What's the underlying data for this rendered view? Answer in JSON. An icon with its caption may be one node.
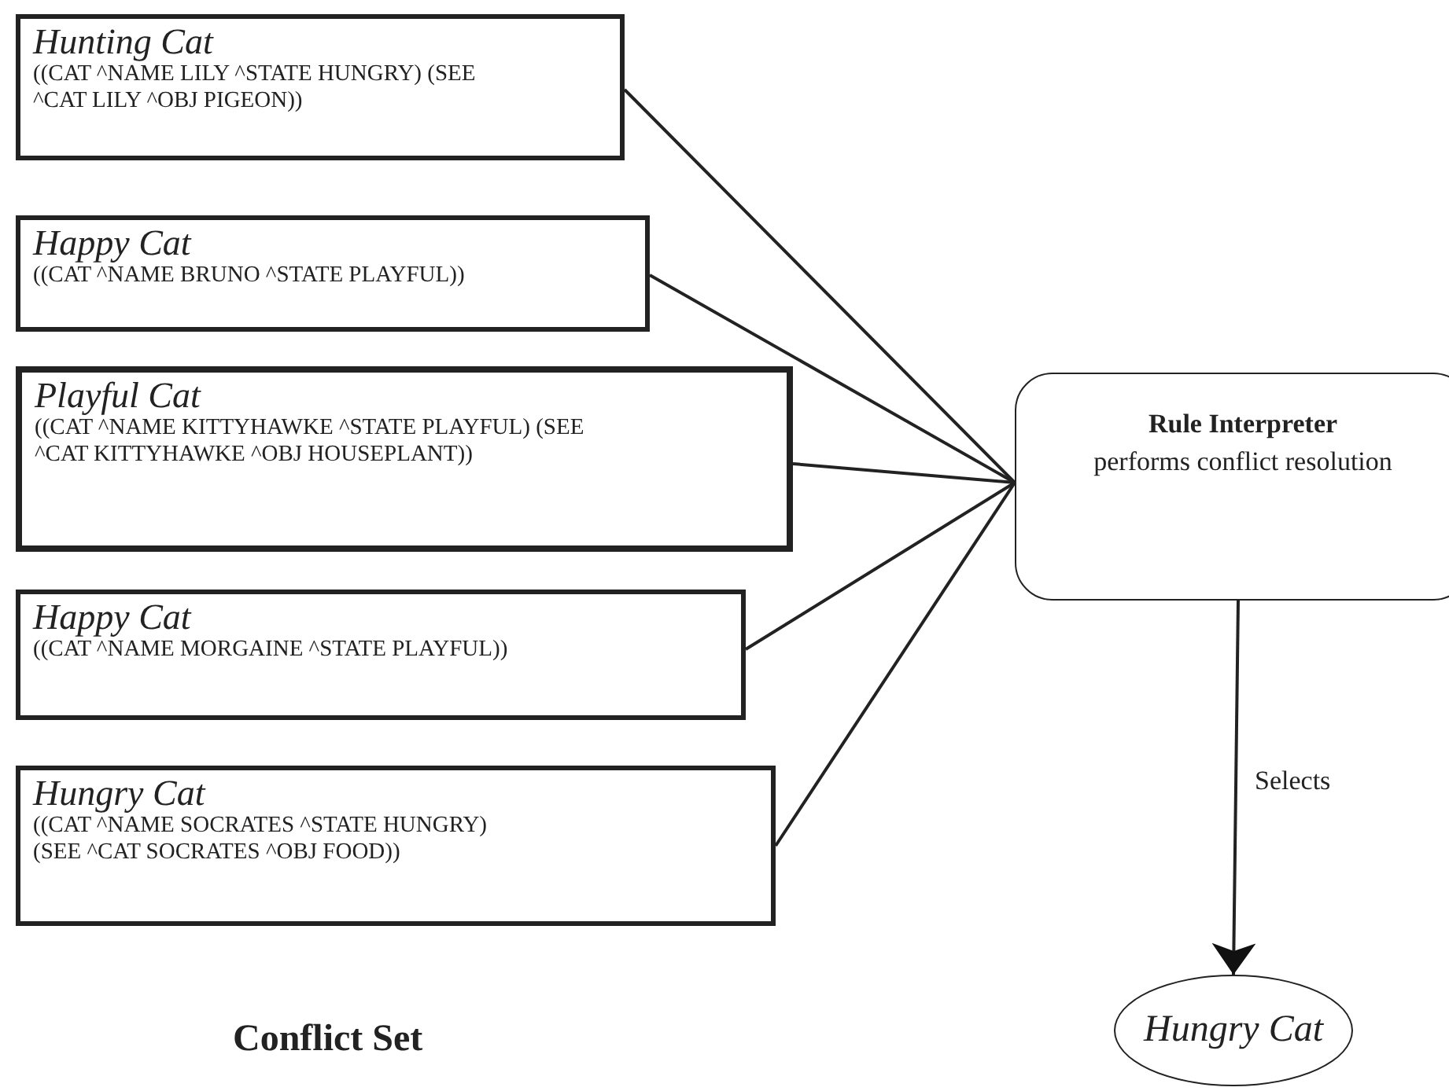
{
  "diagram": {
    "nodes": [
      {
        "text": [
          "Hunting Cat",
          "((CAT ^NAME LILY ^STATE HUNGRY) (SEE ^CAT LILY ^OBJ PIGEON))"
        ]
      },
      {
        "text": [
          "Happy Cat",
          "((CAT ^NAME BRUNO ^STATE PLAYFUL))"
        ]
      },
      {
        "text": [
          "Playful Cat",
          "((CAT ^NAME KITTYHAWKE ^STATE PLAYFUL) (SEE ^CAT KITTYHAWKE ^OBJ HOUSEPLANT))"
        ]
      },
      {
        "text": [
          "Happy Cat",
          "((CAT ^NAME MORGAINE ^STATE PLAYFUL))"
        ]
      },
      {
        "text": [
          "Hungry Cat",
          "((CAT ^NAME SOCRATES ^STATE HUNGRY) (SEE ^CAT SOCRATES ^OBJ FOOD))"
        ]
      },
      {
        "text": [
          "Rule Interpreter",
          "performs conflict resolution"
        ]
      },
      {
        "text": [
          "Hungry Cat"
        ]
      }
    ],
    "edges": [
      {
        "from": 0,
        "to": 5,
        "arrow": "none"
      },
      {
        "from": 1,
        "to": 5,
        "arrow": "none"
      },
      {
        "from": 2,
        "to": 5,
        "arrow": "none"
      },
      {
        "from": 3,
        "to": 5,
        "arrow": "none"
      },
      {
        "from": 4,
        "to": 5,
        "arrow": "none"
      },
      {
        "from": 5,
        "to": 6,
        "arrow": "to",
        "label": "Selects"
      }
    ],
    "labels": [
      "Conflict Set"
    ]
  }
}
